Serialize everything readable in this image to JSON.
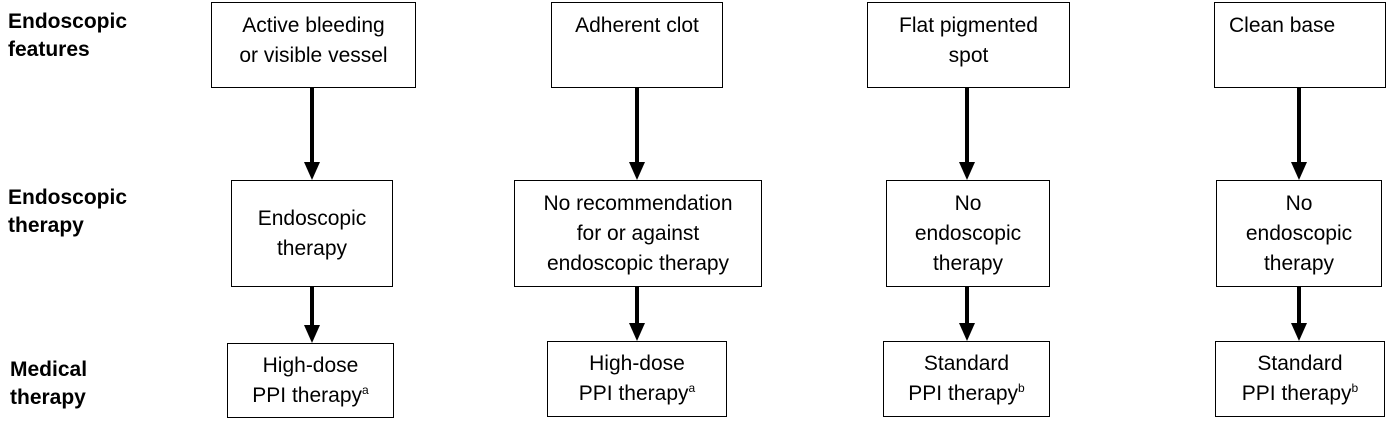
{
  "row_labels": {
    "features": "Endoscopic\nfeatures",
    "therapy": "Endoscopic\ntherapy",
    "medical": "Medical\ntherapy"
  },
  "columns": [
    {
      "feature": "Active bleeding\nor visible vessel",
      "endo": "Endoscopic\ntherapy",
      "medical_line1": "High-dose",
      "medical_line2": "PPI therapy",
      "medical_sup": "a"
    },
    {
      "feature": "Adherent clot",
      "endo": "No recommendation\nfor or against\nendoscopic therapy",
      "medical_line1": "High-dose",
      "medical_line2": "PPI therapy",
      "medical_sup": "a"
    },
    {
      "feature": "Flat pigmented\nspot",
      "endo": "No\nendoscopic\ntherapy",
      "medical_line1": "Standard",
      "medical_line2": "PPI therapy",
      "medical_sup": "b"
    },
    {
      "feature": "Clean base",
      "endo": "No\nendoscopic\ntherapy",
      "medical_line1": "Standard",
      "medical_line2": "PPI therapy",
      "medical_sup": "b"
    }
  ]
}
